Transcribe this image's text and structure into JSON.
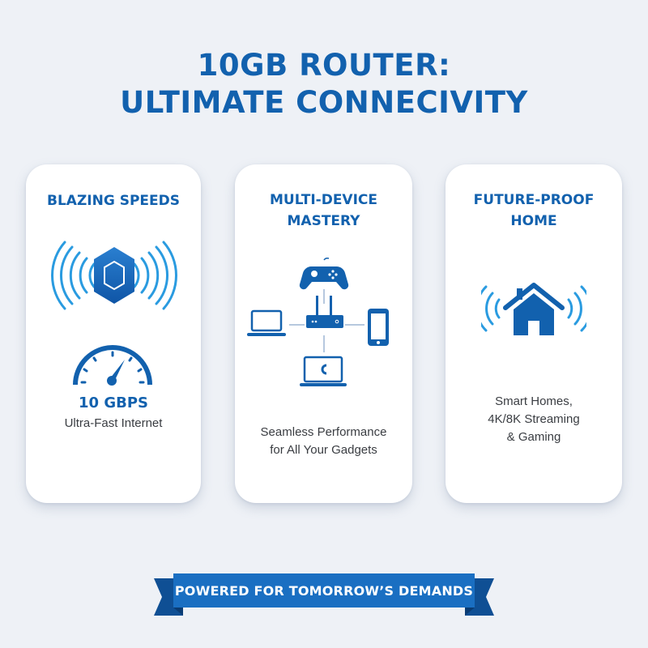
{
  "header": {
    "title_line1": "10GB ROUTER:",
    "title_line2": "ULTIMATE CONNECIVITY"
  },
  "colors": {
    "primary": "#1261ae",
    "accent_wave": "#2a9be0",
    "background": "#eef1f6",
    "ribbon": "#1a6fc2",
    "ribbon_tail": "#0f4f94"
  },
  "cards": [
    {
      "title_lines": [
        "BLAZING SPEEDS"
      ],
      "icons": [
        "hexagon-signal-icon",
        "speedometer-icon"
      ],
      "value": "10 GBPS",
      "desc_lines": [
        "Ultra-Fast Internet"
      ]
    },
    {
      "title_lines": [
        "MULTI-DEVICE",
        "MASTERY"
      ],
      "icons": [
        "gamepad-icon",
        "laptop-icon",
        "router-icon",
        "smartphone-icon",
        "laptop-icon"
      ],
      "desc_lines": [
        "Seamless Performance",
        "for All Your Gadgets"
      ]
    },
    {
      "title_lines": [
        "FUTURE-PROOF",
        "HOME"
      ],
      "icons": [
        "smart-home-signal-icon"
      ],
      "desc_lines": [
        "Smart Homes,",
        "4K/8K Streaming",
        "& Gaming"
      ]
    }
  ],
  "footer": {
    "ribbon_text": "POWERED FOR TOMORROW’S DEMANDS"
  }
}
